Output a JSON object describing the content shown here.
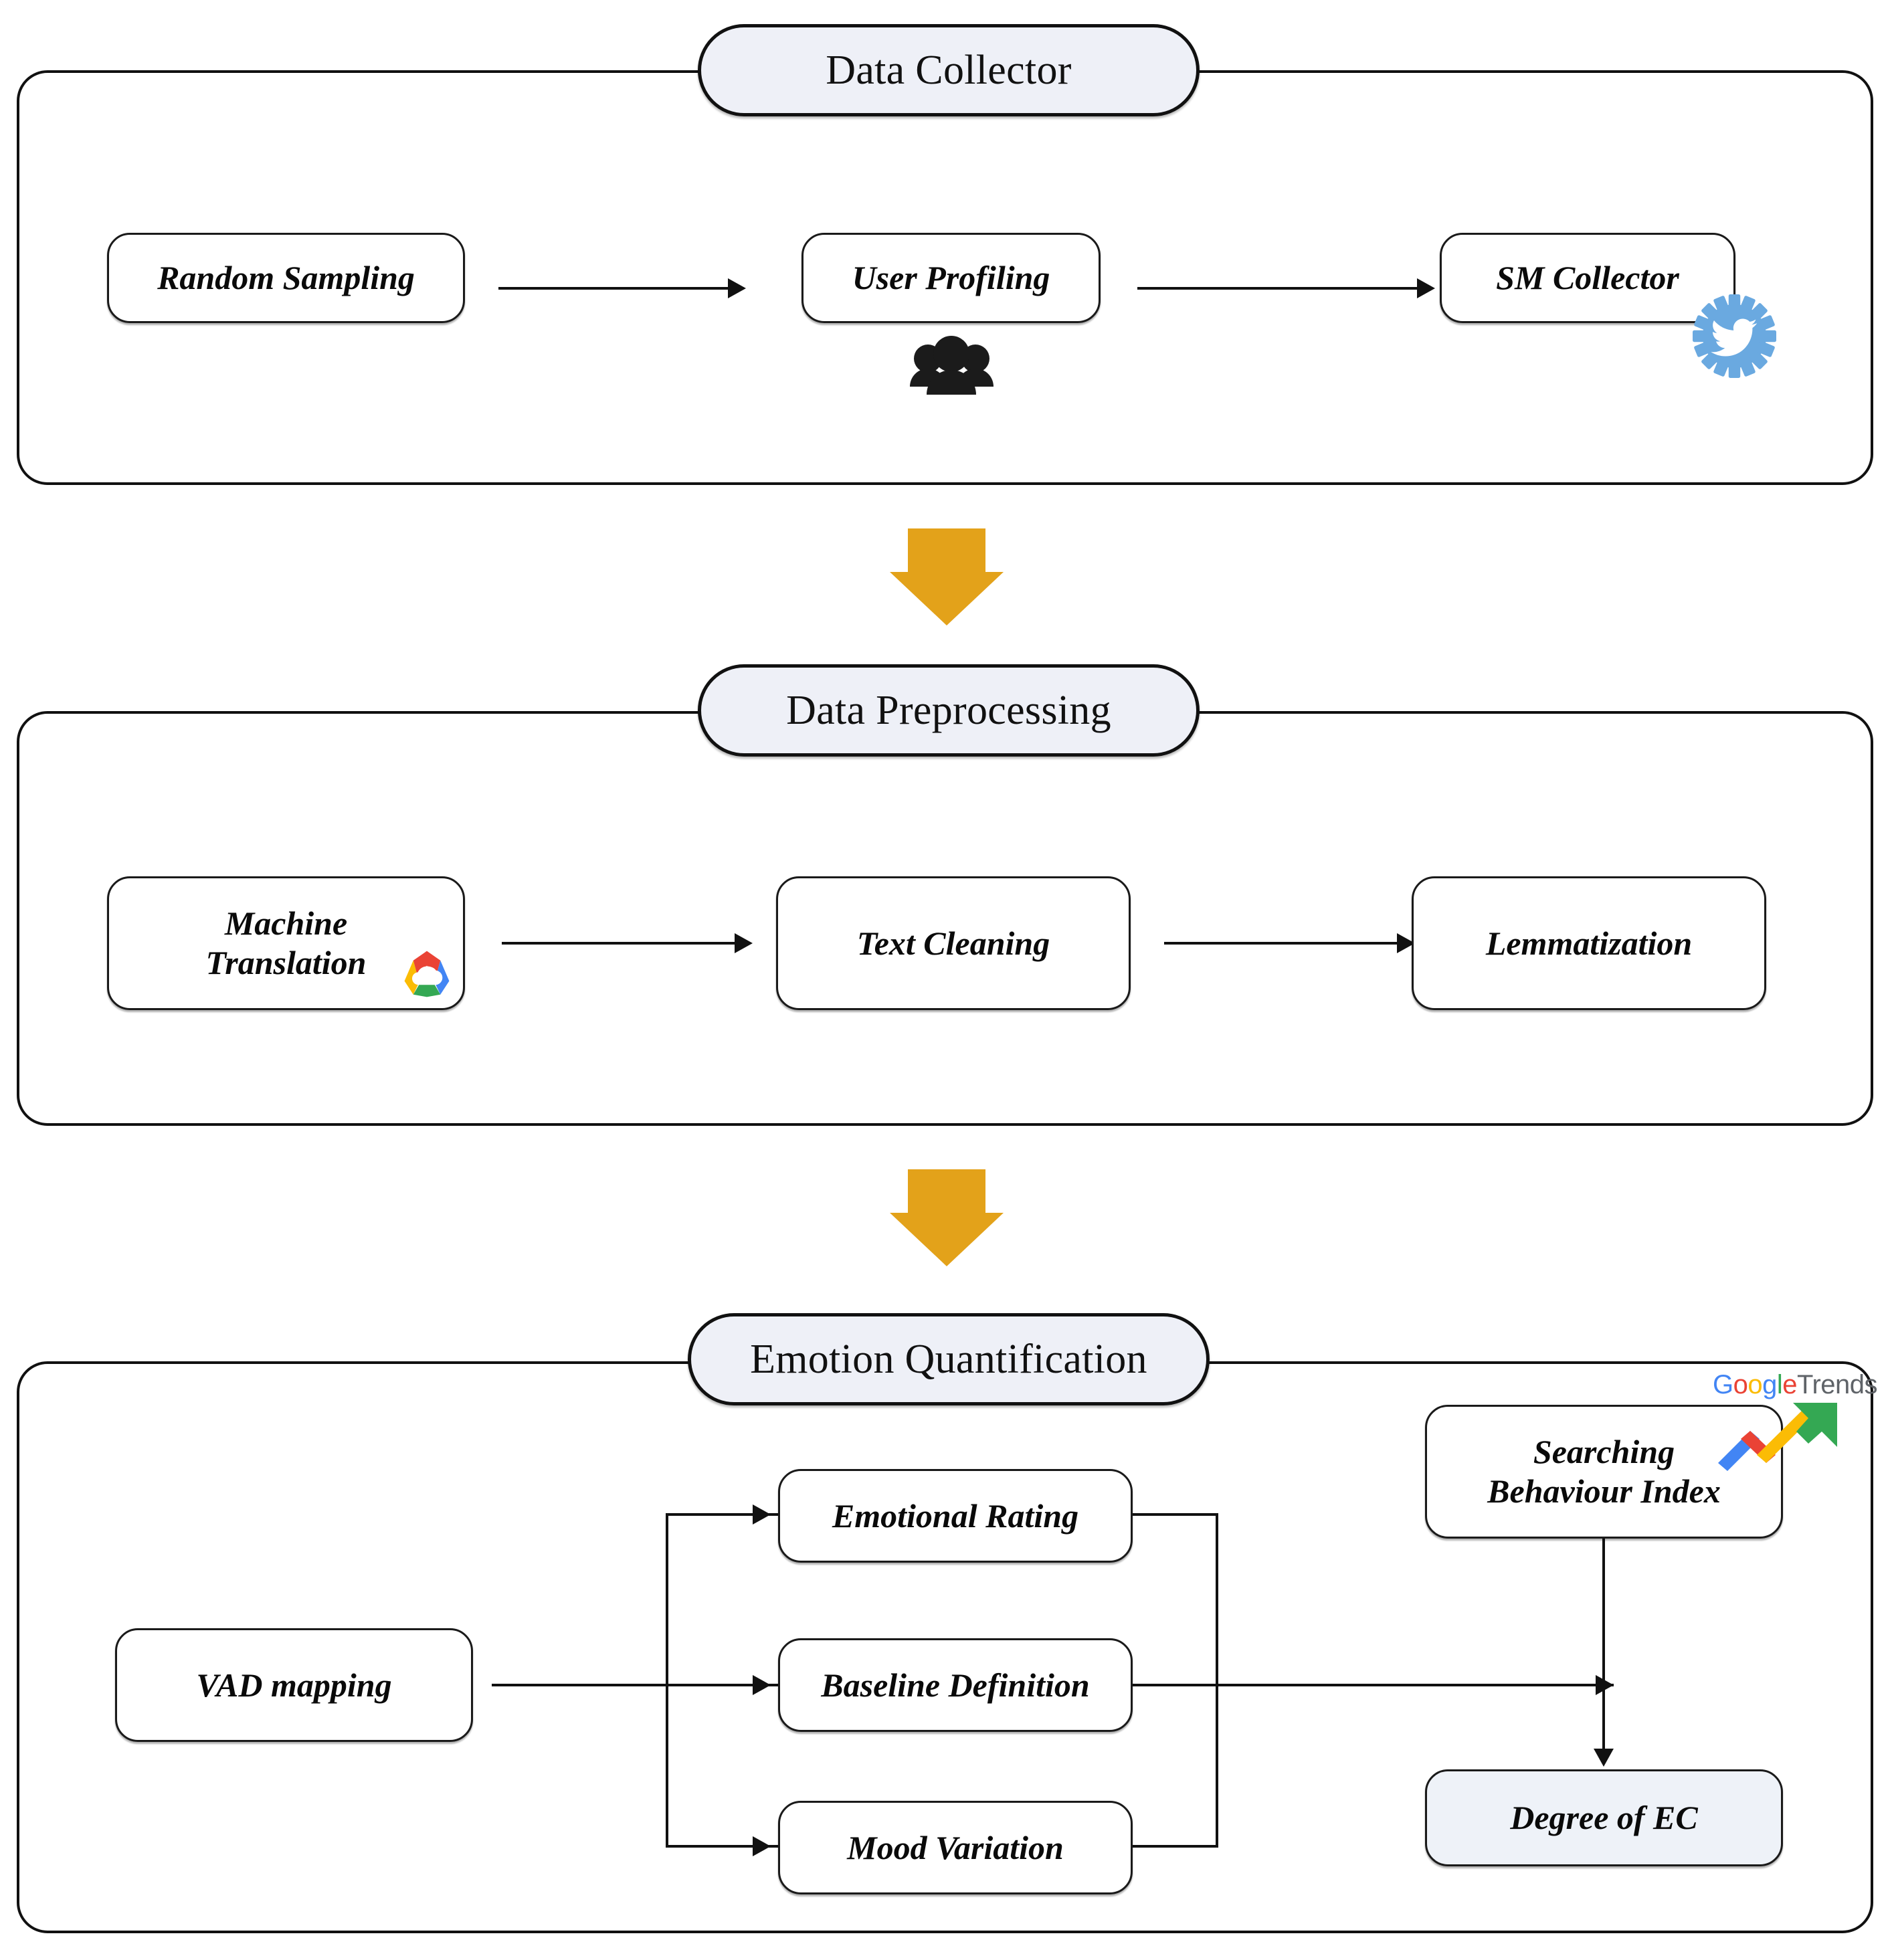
{
  "diagram": {
    "title": "Emotion quantification pipeline",
    "colors": {
      "flow_arrow_orange": "#e3a21a",
      "section_title_fill": "#eef0f7",
      "highlight_node_fill": "#eef2f8",
      "stroke": "#111111",
      "twitter_blue": "#6aa9e0",
      "google_blue": "#4285F4",
      "google_red": "#EA4335",
      "google_yellow": "#FBBC05",
      "google_green": "#34A853",
      "google_gray": "#5F6368"
    }
  },
  "sections": [
    {
      "id": "data-collector",
      "title": "Data Collector",
      "nodes": [
        {
          "id": "random-sampling",
          "label": "Random Sampling"
        },
        {
          "id": "user-profiling",
          "label": "User Profiling",
          "icon": "users-group-icon"
        },
        {
          "id": "sm-collector",
          "label": "SM Collector",
          "icon": "twitter-gear-icon"
        }
      ]
    },
    {
      "id": "data-preprocessing",
      "title": "Data Preprocessing",
      "nodes": [
        {
          "id": "machine-translation",
          "line1": "Machine",
          "line2": "Translation",
          "icon": "google-cloud-icon"
        },
        {
          "id": "text-cleaning",
          "label": "Text Cleaning"
        },
        {
          "id": "lemmatization",
          "label": "Lemmatization"
        }
      ]
    },
    {
      "id": "emotion-quantification",
      "title": "Emotion Quantification",
      "nodes": [
        {
          "id": "vad-mapping",
          "label": "VAD mapping"
        },
        {
          "id": "emotional-rating",
          "label": "Emotional Rating"
        },
        {
          "id": "baseline-definition",
          "label": "Baseline Definition"
        },
        {
          "id": "mood-variation",
          "label": "Mood Variation"
        },
        {
          "id": "searching-behaviour-index",
          "line1": "Searching",
          "line2": "Behaviour Index",
          "icon": "google-trends-icon"
        },
        {
          "id": "degree-of-ec",
          "label": "Degree of EC"
        }
      ]
    }
  ],
  "logos": {
    "google_trends": {
      "g1": "G",
      "o1": "o",
      "o2": "o",
      "g2": "g",
      "l": "l",
      "e": "e",
      "trends": "Trends"
    }
  }
}
